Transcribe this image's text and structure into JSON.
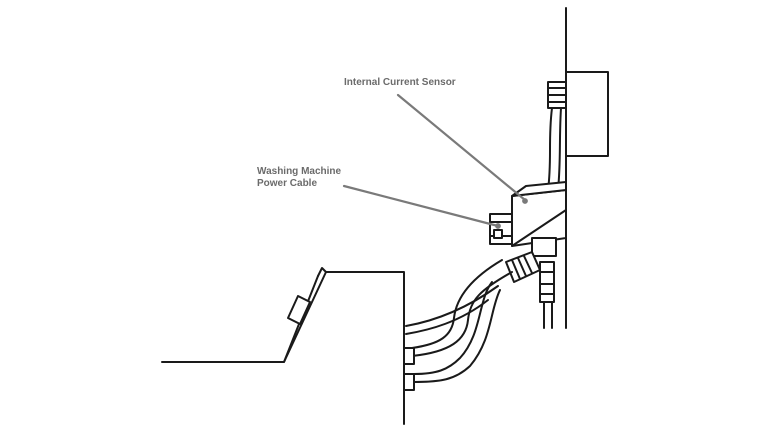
{
  "labels": {
    "sensor": "Internal Current Sensor",
    "cable_line1": "Washing Machine",
    "cable_line2": "Power Cable"
  },
  "colors": {
    "stroke": "#1a1a1a",
    "leader": "#7a7a7a",
    "label": "#6b6b6b",
    "background": "#ffffff"
  }
}
